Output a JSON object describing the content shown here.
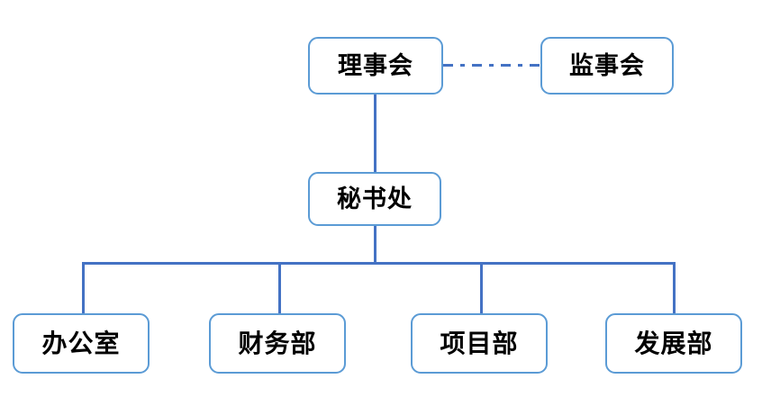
{
  "diagram": {
    "type": "organization-chart",
    "accent_color": "#4472c4",
    "box_border_color": "#5b9bd5",
    "background_color": "#ffffff",
    "nodes": {
      "board": {
        "label": "理事会"
      },
      "supervisors": {
        "label": "监事会"
      },
      "secretariat": {
        "label": "秘书处"
      },
      "departments": [
        {
          "label": "办公室"
        },
        {
          "label": "财务部"
        },
        {
          "label": "项目部"
        },
        {
          "label": "发展部"
        }
      ]
    },
    "connectors": [
      {
        "from": "board",
        "to": "supervisors",
        "style": "dash-dot"
      },
      {
        "from": "board",
        "to": "secretariat",
        "style": "solid"
      },
      {
        "from": "secretariat",
        "to": "departments",
        "style": "solid"
      }
    ]
  }
}
